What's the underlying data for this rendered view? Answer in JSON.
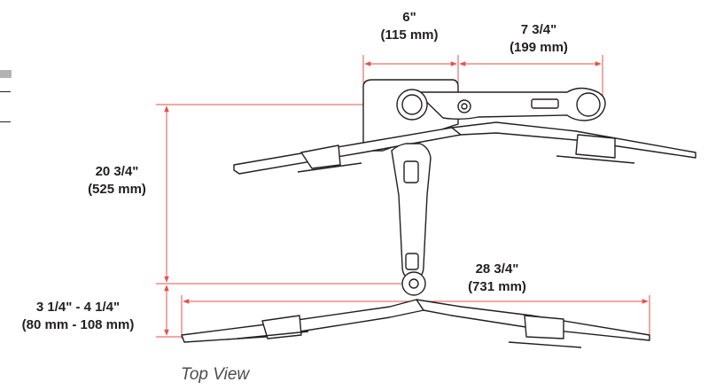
{
  "dimensions": {
    "top_left_width": {
      "imperial": "6\"",
      "metric": "(115 mm)"
    },
    "top_right_width": {
      "imperial": "7 3/4\"",
      "metric": "(199 mm)"
    },
    "height": {
      "imperial": "20 3/4\"",
      "metric": "(525 mm)"
    },
    "total_width": {
      "imperial": "28 3/4\"",
      "metric": "(731 mm)"
    },
    "depth": {
      "imperial": "3 1/4\" - 4 1/4\"",
      "metric": "(80 mm - 108 mm)"
    }
  },
  "caption": "Top View",
  "colors": {
    "dimension_line": "#e8504a",
    "outline": "#231f20",
    "text": "#231f20",
    "caption": "#4d4d4d",
    "side_tab": "#b3b3b3"
  }
}
